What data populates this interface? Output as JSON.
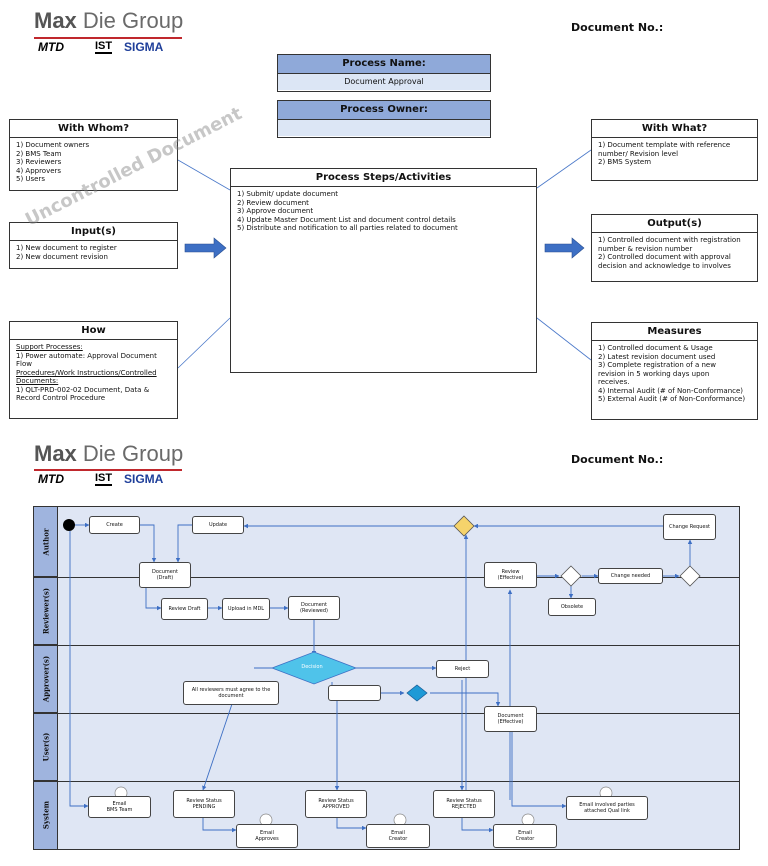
{
  "header": {
    "brand_bold": "Max",
    "brand_rest": " Die Group",
    "logo_mtd": "MTD",
    "logo_ist": "IST",
    "logo_sigma": "SIGMA",
    "doc_no_label": "Document No.:"
  },
  "watermark": "Uncontrolled Document",
  "process": {
    "name_label": "Process Name:",
    "name_value": "Document Approval",
    "owner_label": "Process Owner:",
    "owner_value": ""
  },
  "with_whom": {
    "title": "With Whom?",
    "items": [
      "1)   Document owners",
      "2)   BMS Team",
      "3)   Reviewers",
      "4)   Approvers",
      "5)   Users"
    ]
  },
  "inputs": {
    "title": "Input(s)",
    "items": [
      "1)   New document to register",
      "2)   New document revision"
    ]
  },
  "how": {
    "title": "How",
    "support_heading": "Support Processes:",
    "support_item": "1) Power automate: Approval Document Flow",
    "procedures_heading": "Procedures/Work Instructions/Controlled Documents:",
    "procedures_item": "1) QLT-PRD-002-02 Document, Data & Record Control Procedure"
  },
  "steps": {
    "title": "Process Steps/Activities",
    "items": [
      "1)   Submit/ update document",
      "2)   Review document",
      "3)   Approve document",
      "4)   Update Master Document List and document control details",
      "5)   Distribute and notification to all parties related to document"
    ]
  },
  "with_what": {
    "title": "With What?",
    "items": [
      "1)   Document template with reference",
      "      number/ Revision level",
      "2)   BMS System"
    ]
  },
  "outputs": {
    "title": "Output(s)",
    "items": [
      "1)   Controlled document with registration",
      "      number & revision number",
      "2)   Controlled document with approval",
      "      decision and acknowledge to involves"
    ]
  },
  "measures": {
    "title": "Measures",
    "items": [
      "1)   Controlled document & Usage",
      "2)   Latest revision document used",
      "3)   Complete registration of a new",
      "      revision in 5 working days upon",
      "      receives.",
      "4)   Internal Audit (# of Non-Conformance)",
      "5)   External Audit (# of Non-Conformance)"
    ]
  },
  "flow": {
    "lanes": [
      "Author",
      "Reviewer(s)",
      "Approver(s)",
      "User(s)",
      "System"
    ],
    "nodes": {
      "create": "Create",
      "update": "Update",
      "change_request": "Change Request",
      "doc_draft": "Document\n(Draft)",
      "review_effective": "Review\n(Effective)",
      "change_needed": "Change needed",
      "obsolete": "Obsolete",
      "review_draft": "Review Draft",
      "upload_mdl": "Upload in MDL",
      "doc_reviewed": "Document\n(Reviewed)",
      "decision": "Decision",
      "reject": "Reject",
      "all_reviewers": "All reviewers must agree to the\ndocument",
      "doc_effective": "Document\n(Effective)",
      "email_bms": "Email\nBMS Team",
      "review_pending": "Review Status\nPENDING",
      "email_approves": "Email\nApproves",
      "review_approved": "Review Status\nAPPROVED",
      "email_creator_1": "Email\nCreator",
      "review_rejected": "Review Status\nREJECTED",
      "email_creator_2": "Email\nCreator",
      "email_involved": "Email involved parties\nattached Qual link"
    }
  },
  "colors": {
    "lane_fill": "#dfe6f4",
    "lane_header": "#9fb4de",
    "decision_blue": "#4fc3ea",
    "gateway_yellow": "#f5d36b",
    "arrow_blue": "#3d6fc4"
  }
}
